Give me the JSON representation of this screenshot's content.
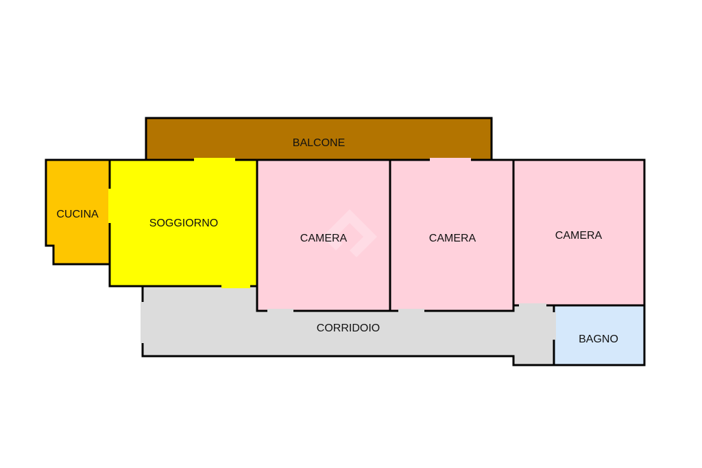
{
  "rooms": {
    "balcone": {
      "label": "BALCONE",
      "color": "#b37400"
    },
    "cucina": {
      "label": "CUCINA",
      "color": "#fec600"
    },
    "soggiorno": {
      "label": "SOGGIORNO",
      "color": "#ffff00"
    },
    "camera1": {
      "label": "CAMERA",
      "color": "#ffd1dc"
    },
    "camera2": {
      "label": "CAMERA",
      "color": "#ffd1dc"
    },
    "camera3": {
      "label": "CAMERA",
      "color": "#ffd1dc"
    },
    "corridoio": {
      "label": "CORRIDOIO",
      "color": "#dcdcdc"
    },
    "bagno": {
      "label": "BAGNO",
      "color": "#d5e8fb"
    }
  }
}
